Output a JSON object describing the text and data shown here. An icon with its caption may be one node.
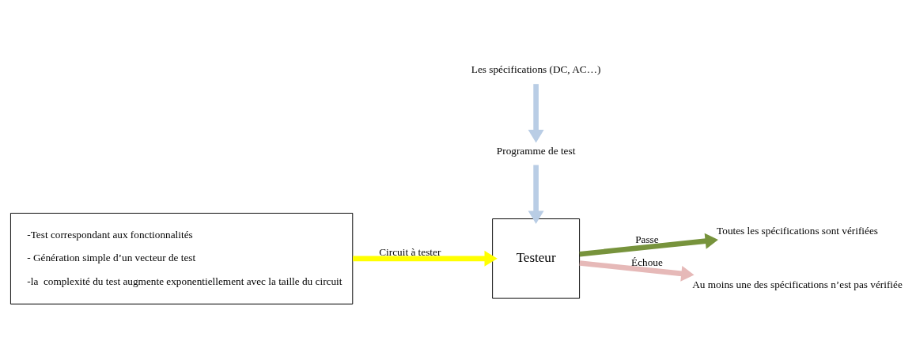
{
  "diagram": {
    "nodes": [
      {
        "text": [
          "-Test correspondant aux fonctionnalités",
          "- Génération simple d’un vecteur de test",
          "-la  complexité du test augmente exponentiellement avec la taille du circuit"
        ]
      },
      {
        "text": [
          "Testeur"
        ]
      },
      {
        "text": [
          "Toutes les spécifications sont vérifiées"
        ]
      },
      {
        "text": [
          "Au moins une des spécifications n’est pas vérifiée"
        ]
      },
      {
        "text": [
          "Programme de test"
        ]
      },
      {
        "text": [
          "Les spécifications (DC, AC…)"
        ]
      }
    ],
    "edges": [
      {
        "from": 0,
        "to": 1,
        "arrow": "to",
        "label": "Circuit à tester",
        "color": "#ffff00"
      },
      {
        "from": 1,
        "to": 2,
        "arrow": "to",
        "label": "Passe",
        "color": "#77933c"
      },
      {
        "from": 1,
        "to": 3,
        "arrow": "to",
        "label": "Échoue",
        "color": "#e6b9b8"
      },
      {
        "from": 5,
        "to": 4,
        "arrow": "to",
        "color": "#b9cde5"
      },
      {
        "from": 4,
        "to": 1,
        "arrow": "to",
        "color": "#b9cde5"
      }
    ]
  }
}
